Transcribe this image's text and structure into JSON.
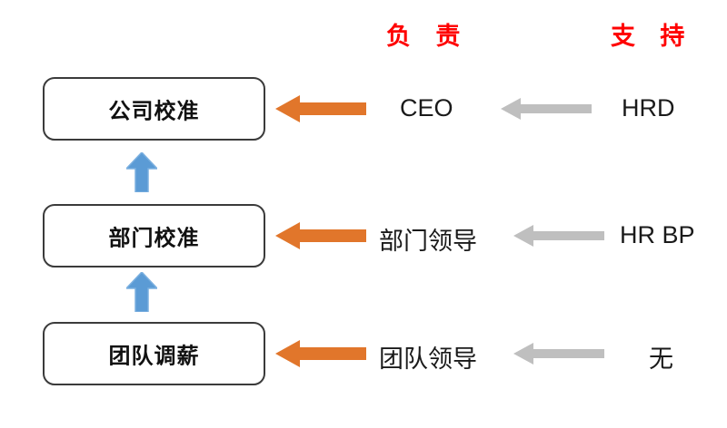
{
  "headers": {
    "responsible": "负 责",
    "support": "支 持"
  },
  "colors": {
    "header_red": "#FF0000",
    "responsible_arrow": "#E1762B",
    "support_arrow": "#BFBFBF",
    "escalation_arrow": "#5B9BD5",
    "box_border": "#3B3B3B",
    "text": "#111111",
    "background": "#FFFFFF"
  },
  "rows": [
    {
      "stage": "公司校准",
      "responsible": "CEO",
      "support": "HRD",
      "responsible_arrow": "left-arrow-orange",
      "support_arrow": "left-arrow-gray"
    },
    {
      "stage": "部门校准",
      "responsible": "部门领导",
      "support": "HR BP",
      "responsible_arrow": "left-arrow-orange",
      "support_arrow": "left-arrow-gray"
    },
    {
      "stage": "团队调薪",
      "responsible": "团队领导",
      "support": "无",
      "responsible_arrow": "left-arrow-orange",
      "support_arrow": "left-arrow-gray"
    }
  ],
  "escalation_arrows": [
    {
      "from": "部门校准",
      "to": "公司校准",
      "icon": "up-arrow-blue"
    },
    {
      "from": "团队调薪",
      "to": "部门校准",
      "icon": "up-arrow-blue"
    }
  ]
}
